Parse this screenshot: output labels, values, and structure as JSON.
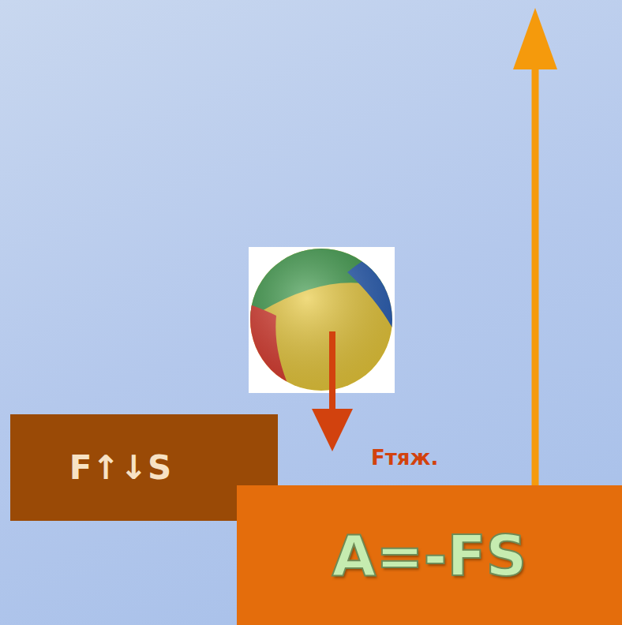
{
  "diagram": {
    "nodes": [
      {
        "text": [
          "F↑↓S"
        ]
      },
      {
        "text": [
          "A=-FS"
        ]
      }
    ],
    "labels": [
      "Fтяж."
    ]
  }
}
